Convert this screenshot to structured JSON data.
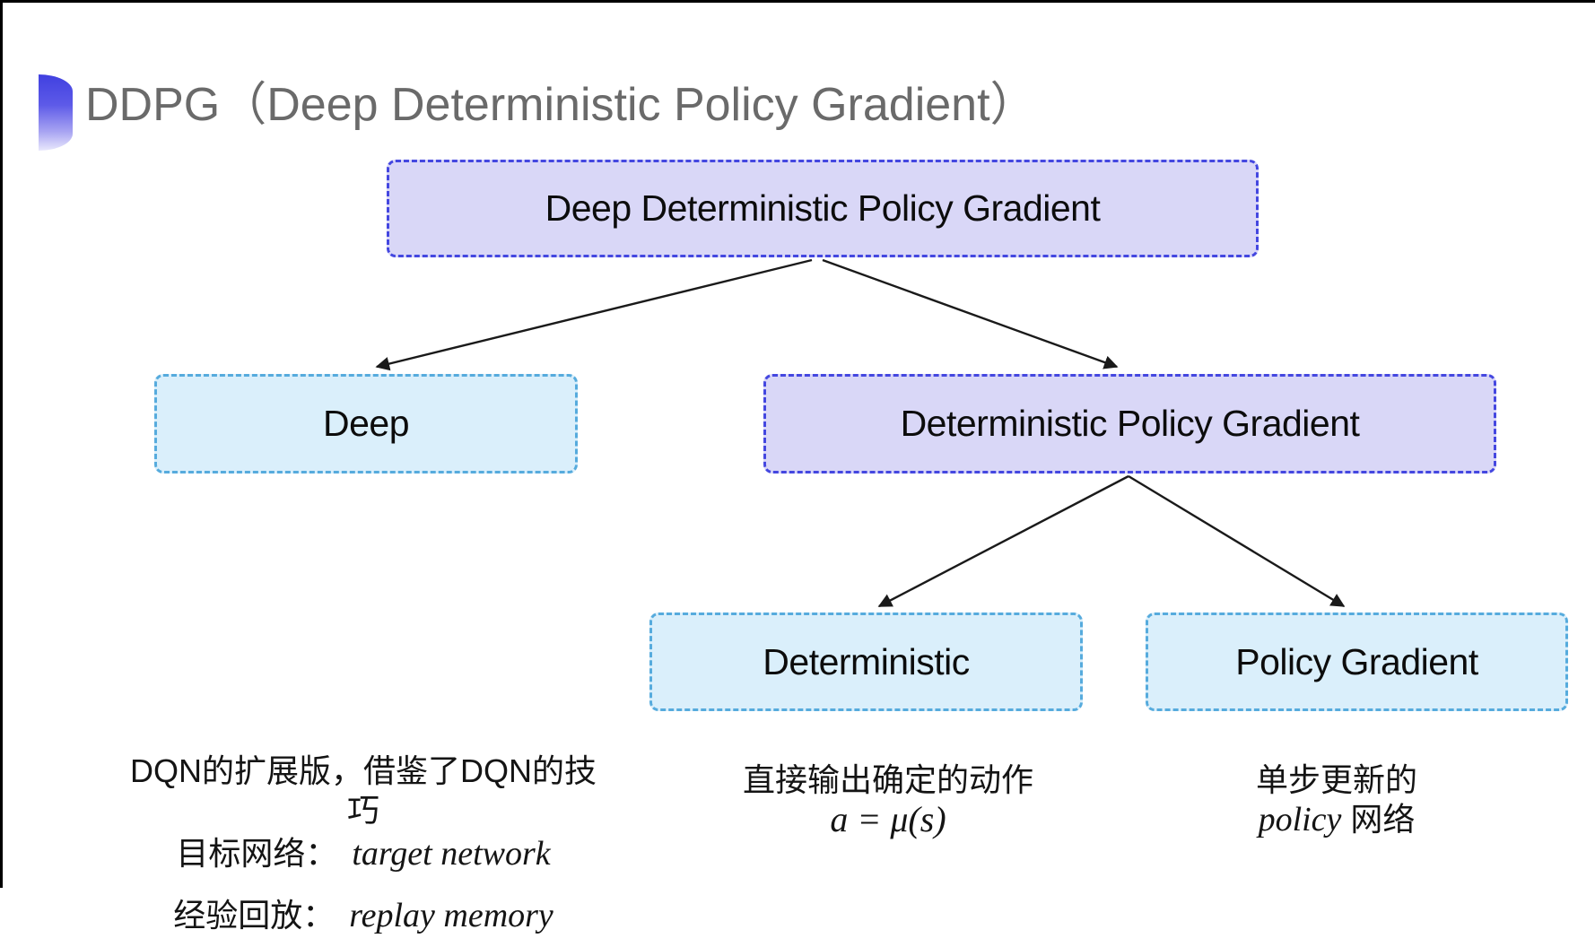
{
  "slide": {
    "title": "DDPG（Deep Deterministic Policy Gradient）",
    "tree": {
      "root": {
        "label": "Deep Deterministic Policy Gradient"
      },
      "deep": {
        "label": "Deep"
      },
      "dpg": {
        "label": "Deterministic Policy Gradient"
      },
      "deterministic": {
        "label": "Deterministic"
      },
      "policy_gradient": {
        "label": "Policy Gradient"
      }
    },
    "notes": {
      "deep": {
        "line1": "DQN的扩展版，借鉴了DQN的技巧",
        "line2_label": "目标网络：",
        "line2_value": "target network",
        "line3_label": "经验回放：",
        "line3_value": "replay memory"
      },
      "deterministic": {
        "line1": "直接输出确定的动作",
        "line2": "a = μ(s)"
      },
      "policy_gradient": {
        "line1": "单步更新的",
        "line2_italic": "policy",
        "line2_rest": " 网络"
      }
    },
    "icons": {
      "title_bullet": "half-disc-gradient"
    },
    "colors": {
      "lavender_fill": "#d9d7f7",
      "lavender_border": "#4447e0",
      "cyan_fill": "#daeffb",
      "cyan_border": "#56abdd",
      "title_gray": "#6a6a6a",
      "arrow_black": "#1a1a1a",
      "bullet_blue_top": "#4040e0",
      "bullet_blue_bottom": "#e9e8fc",
      "background": "#ffffff"
    }
  }
}
